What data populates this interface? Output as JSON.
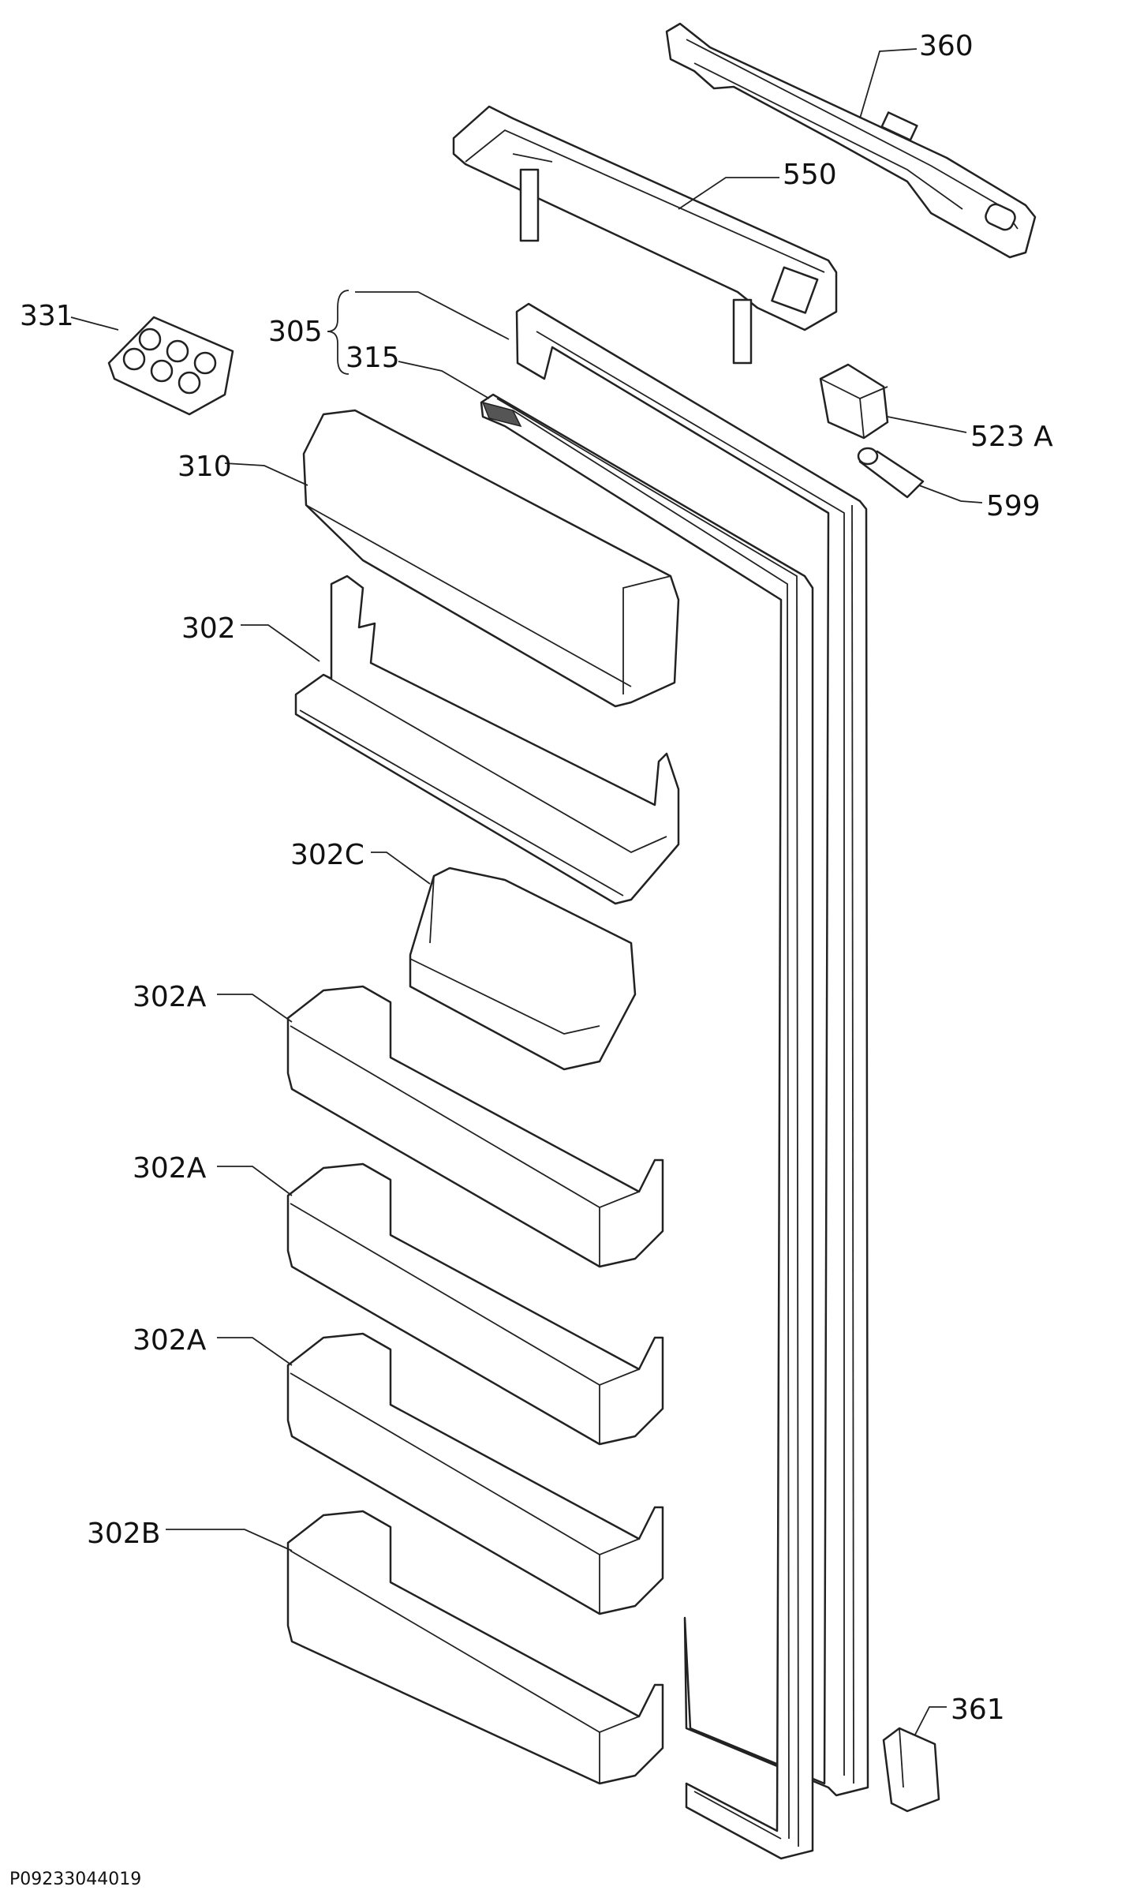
{
  "labels": {
    "l360": "360",
    "l550": "550",
    "l331": "331",
    "l305": "305",
    "l315": "315",
    "l523a": "523 A",
    "l599": "599",
    "l310": "310",
    "l302": "302",
    "l302c": "302C",
    "l302a_1": "302A",
    "l302a_2": "302A",
    "l302a_3": "302A",
    "l302b": "302B",
    "l361": "361"
  },
  "drawing_code": "P09233044019"
}
